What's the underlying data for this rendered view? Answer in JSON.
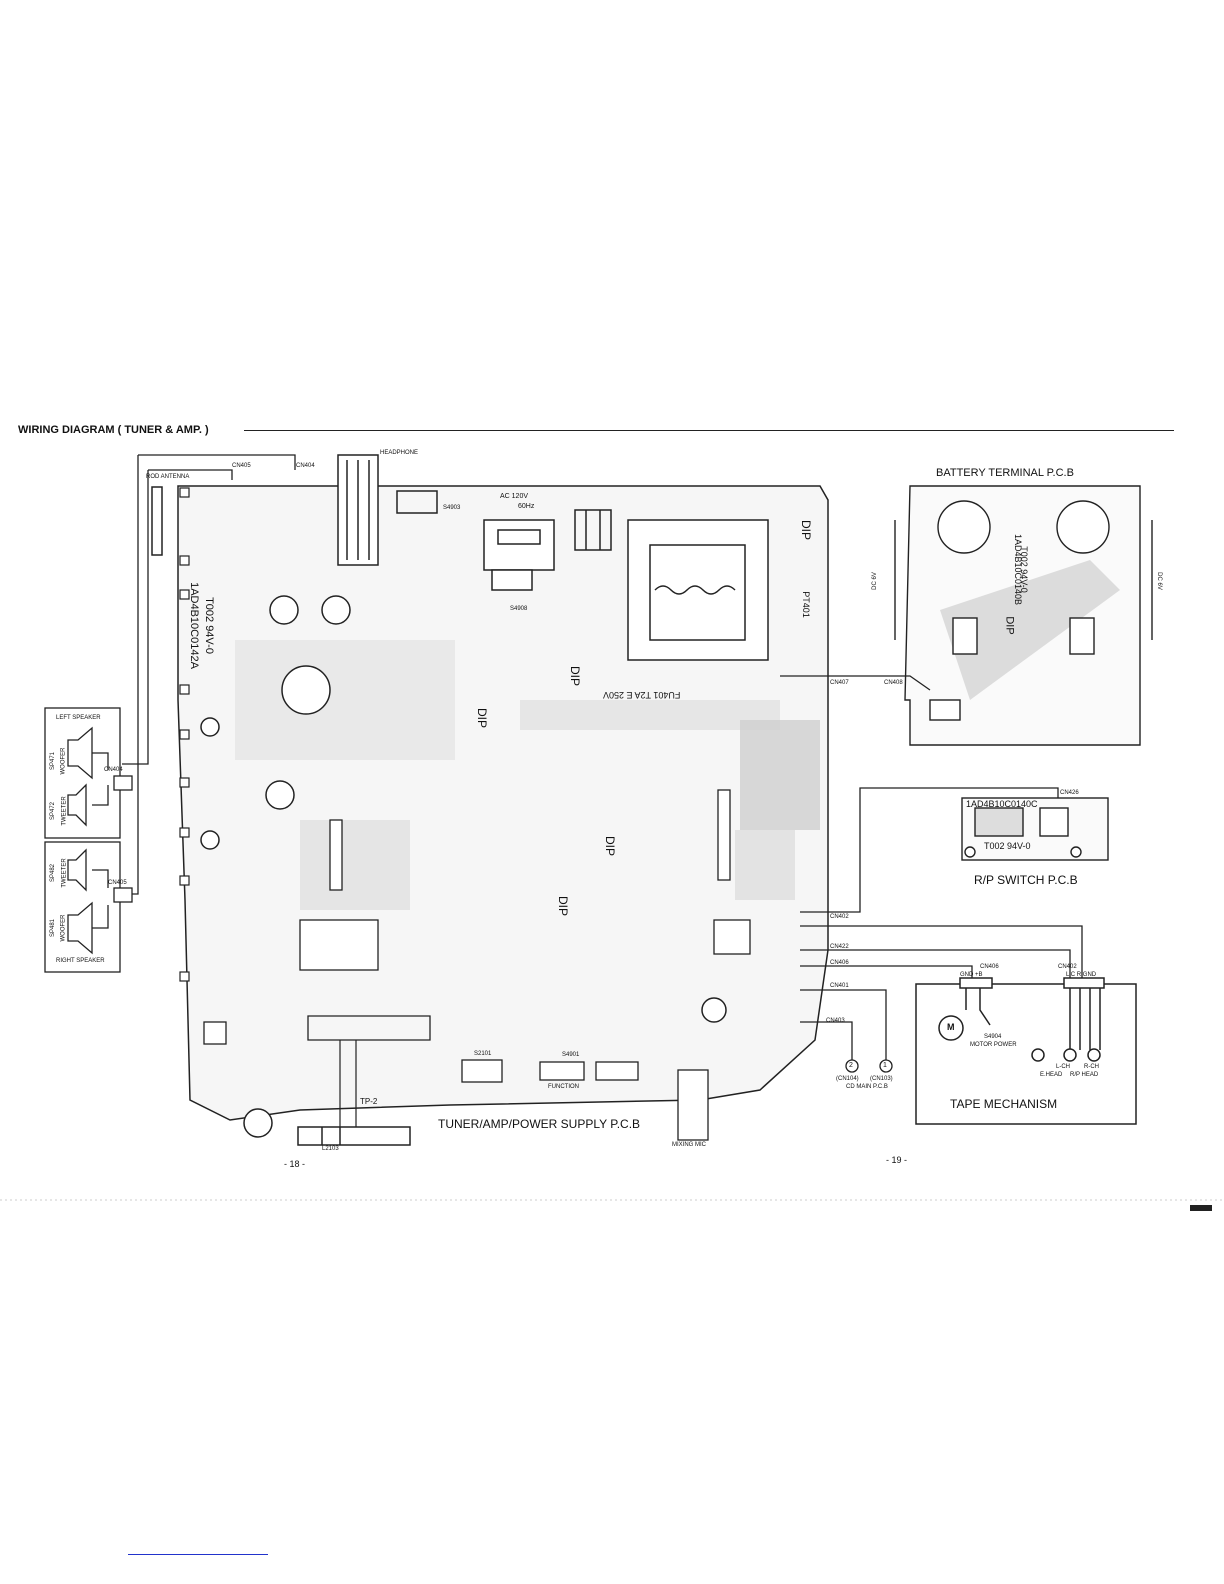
{
  "title": "WIRING DIAGRAM ( TUNER & AMP. )",
  "labels": {
    "headphone": "HEADPHONE",
    "rod_antenna": "ROD ANTENNA",
    "cn405_top": "CN405",
    "cn404_top": "CN404",
    "ac": "AC  120V",
    "hz": "60Hz",
    "s4903": "S4903",
    "s4908": "S4908",
    "pt401": "PT401",
    "dip1": "DIP",
    "dip2": "DIP",
    "dip3": "DIP",
    "dip4": "DIP",
    "dip5": "DIP",
    "fuse": "FU401  T2A  E 250V",
    "pcb_code_main": "1AD4B10C0142A",
    "pcb_spec_main": "T002  94V-0",
    "cn407": "CN407",
    "cn408": "CN408",
    "cn402_main": "CN402",
    "cn422": "CN422",
    "cn406_main": "CN406",
    "cn401": "CN401",
    "cn403": "CN403",
    "s2101": "S2101",
    "s4901": "S4901",
    "function": "FUNCTION",
    "mixing_mic": "MIXING MIC",
    "l2103": "L2103",
    "tp2": "TP-2",
    "main_board_name": "TUNER/AMP/POWER SUPPLY P.C.B",
    "page_left": "- 18 -",
    "page_right": "- 19 -"
  },
  "left_speaker": {
    "title": "LEFT SPEAKER",
    "woofer_ref": "SP471",
    "woofer": "WOOFER",
    "tweeter_ref": "SP472",
    "tweeter": "TWEETER",
    "connector": "CN404"
  },
  "right_speaker": {
    "title": "RIGHT SPEAKER",
    "tweeter_ref": "SP482",
    "tweeter": "TWEETER",
    "woofer_ref": "SP481",
    "woofer": "WOOFER",
    "connector": "CN405"
  },
  "battery_terminal": {
    "title": "BATTERY TERMINAL P.C.B",
    "dc_left": "DC 6V",
    "dc_right": "DC 6V",
    "code": "1AD4B10C0140B",
    "spec": "T002  94V-0",
    "dip": "DIP"
  },
  "rp_switch": {
    "title": "R/P SWITCH P.C.B",
    "code": "1AD4B10C0140C",
    "spec": "T002  94V-0",
    "cn426": "CN426"
  },
  "tape_mechanism": {
    "title": "TAPE MECHANISM",
    "cn406": "CN406",
    "cn402": "CN402",
    "gnd_b": "GND +B",
    "lcr_gnd": "L  C  R  GND",
    "motor_ref": "S4904",
    "motor_label": "MOTOR POWER",
    "motor_symbol": "M",
    "e_head": "E.HEAD",
    "rp_head": "R/P HEAD",
    "l_ch": "L-CH",
    "r_ch": "R-CH"
  },
  "cd_links": {
    "left_num": "2",
    "right_num": "1",
    "left_conn": "(CN104)",
    "right_conn": "(CN103)",
    "board": "CD MAIN P.C.B"
  }
}
